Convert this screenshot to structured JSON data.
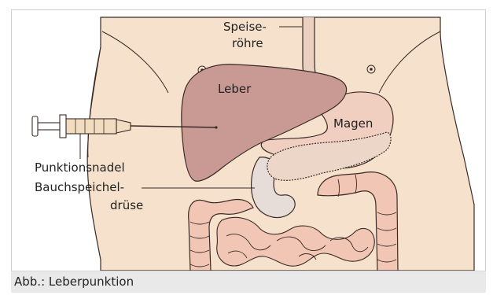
{
  "labels": {
    "speiseroehre_1": "Speise-",
    "speiseroehre_2": "röhre",
    "leber": "Leber",
    "magen": "Magen",
    "punktionsnadel": "Punktionsnadel",
    "bauchspeicheldruese_1": "Bauchspeichel-",
    "bauchspeicheldruese_2": "drüse"
  },
  "caption": "Abb.: Leberpunktion",
  "colors": {
    "skin": "#f6e2cc",
    "liver": "#c99a93",
    "stomach": "#f0cfc0",
    "pancreas": "#ecd6c8",
    "duodenum": "#e6ddd8",
    "intestine": "#f1c6b4",
    "outline": "#3a2a25",
    "syringe_fill": "#f2dcbf",
    "caption_bg": "#e9e9ea"
  }
}
